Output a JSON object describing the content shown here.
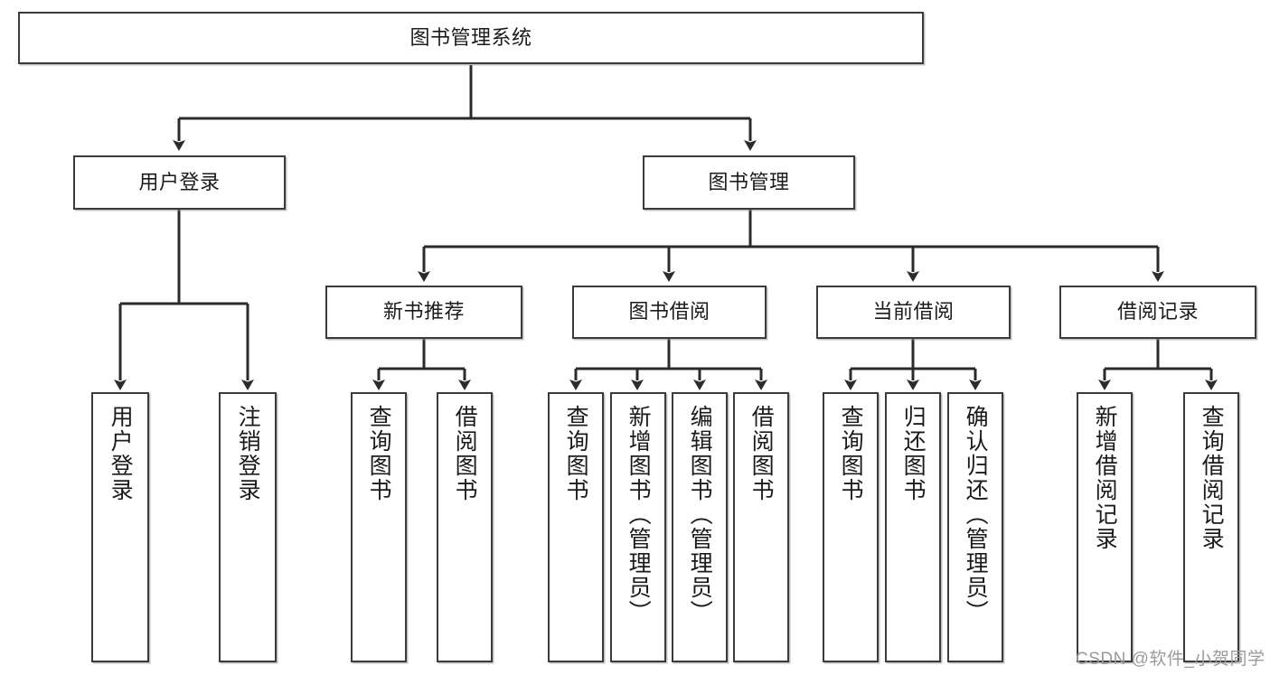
{
  "diagram": {
    "type": "tree",
    "title": "图书管理系统",
    "root": {
      "label": "图书管理系统"
    },
    "level2": [
      {
        "label": "用户登录"
      },
      {
        "label": "图书管理"
      }
    ],
    "level3": [
      {
        "label": "新书推荐"
      },
      {
        "label": "图书借阅"
      },
      {
        "label": "当前借阅"
      },
      {
        "label": "借阅记录"
      }
    ],
    "leaves": {
      "user_login": [
        {
          "label": "用户登录"
        },
        {
          "label": "注销登录"
        }
      ],
      "new_book_recommend": [
        {
          "label": "查询图书"
        },
        {
          "label": "借阅图书"
        }
      ],
      "book_borrow": [
        {
          "label": "查询图书"
        },
        {
          "label": "新增图书（管理员）"
        },
        {
          "label": "编辑图书（管理员）"
        },
        {
          "label": "借阅图书"
        }
      ],
      "current_borrow": [
        {
          "label": "查询图书"
        },
        {
          "label": "归还图书"
        },
        {
          "label": "确认归还（管理员）"
        }
      ],
      "borrow_record": [
        {
          "label": "新增借阅记录"
        },
        {
          "label": "查询借阅记录"
        }
      ]
    }
  },
  "watermark": {
    "text": "CSDN @软件_小贺同学"
  },
  "colors": {
    "box_border": "#3b3b3b",
    "box_fill": "#ffffff",
    "edge": "#2b2b2b",
    "text": "#1b1b1b",
    "watermark": "#9a9a9a"
  }
}
